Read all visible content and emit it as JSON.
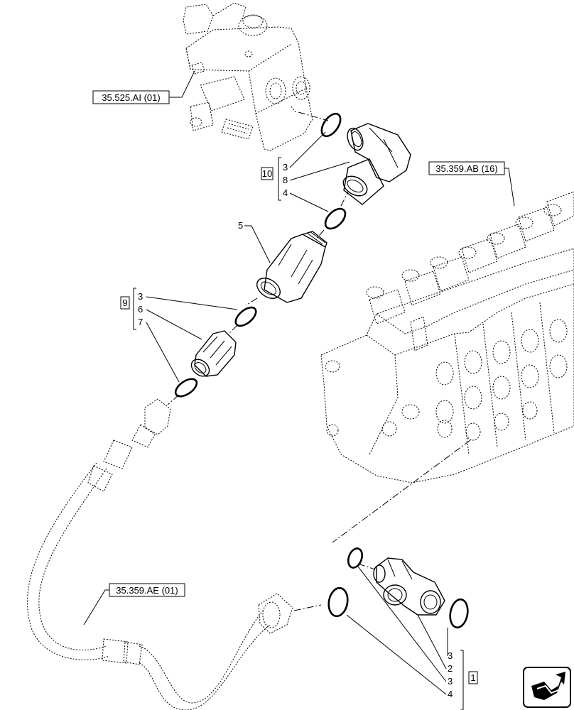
{
  "references": [
    {
      "id": "ref-1",
      "text": "35.525.AI (01)"
    },
    {
      "id": "ref-2",
      "text": "35.359.AB (16)"
    },
    {
      "id": "ref-3",
      "text": "35.359.AE (01)"
    }
  ],
  "groups": [
    {
      "id": "g10",
      "box": "10",
      "items": [
        "3",
        "8",
        "4"
      ]
    },
    {
      "id": "g9",
      "box": "9",
      "items": [
        "3",
        "6",
        "7"
      ]
    },
    {
      "id": "g1",
      "box": "1",
      "items": [
        "3",
        "2",
        "3",
        "4"
      ]
    }
  ],
  "callouts": {
    "part5": "5"
  },
  "nav_icon": "next-page-arrow-icon"
}
